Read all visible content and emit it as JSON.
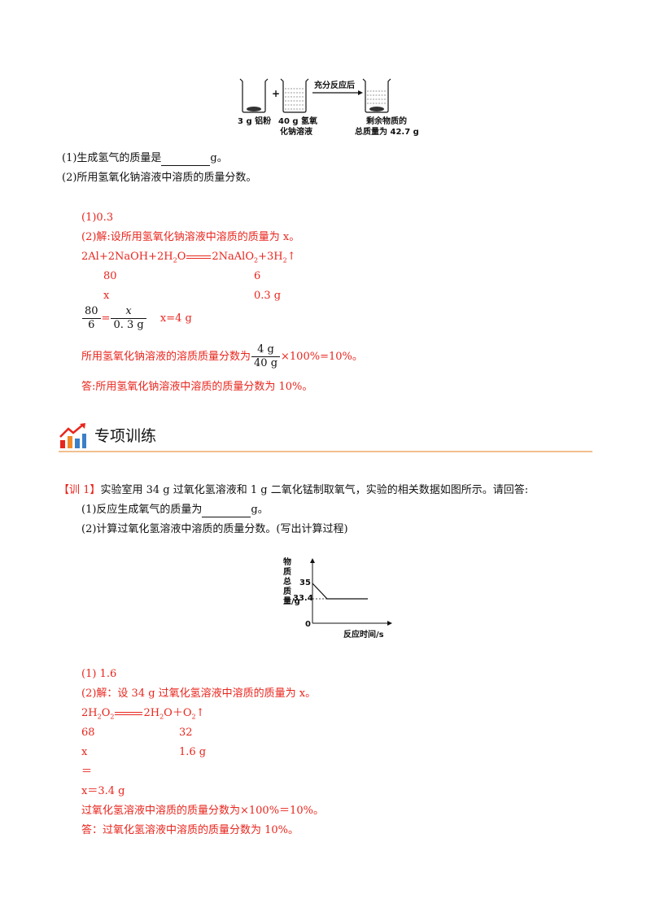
{
  "figure1": {
    "beaker1_caption": "3 g 铝粉",
    "plus": "+",
    "beaker2_caption_line1": "40 g 氢氧",
    "beaker2_caption_line2": "化钠溶液",
    "arrow_label": "充分反应后",
    "beaker3_caption_line1": "剩余物质的",
    "beaker3_caption_line2": "总质量为 42.7 g"
  },
  "q1": {
    "line1_pre": "(1)生成氢气的质量是",
    "line1_post": "g。",
    "line2": "(2)所用氢氧化钠溶液中溶质的质量分数。"
  },
  "a1": {
    "ans1": "(1)0.3",
    "ans2": "(2)解:设所用氢氧化钠溶液中溶质的质量为 x。",
    "eq_left": "2Al+2NaOH+2H",
    "eq_h2o_sub": "2",
    "eq_o": "O",
    "eq_right": "2NaAlO",
    "eq_right_sub": "2",
    "eq_right2": "+3H",
    "eq_right2_sub": "2",
    "eq_arrow": "↑",
    "m80": "80",
    "m6": "6",
    "mx": "x",
    "m03": "0.3 g",
    "ratio_num1": "80",
    "ratio_den1": "6",
    "ratio_eq": "=",
    "ratio_num2": "x",
    "ratio_den2": "0. 3   g",
    "ratio_result": "x=4 g",
    "percent_pre": "所用氢氧化钠溶液的溶质质量分数为",
    "percent_num": "4   g",
    "percent_den": "40   g",
    "percent_post": "×100%=10%。",
    "answer": "答:所用氢氧化钠溶液中溶质的质量分数为 10%。"
  },
  "section": {
    "title": "专项训练",
    "accent_color": "#f1c08e",
    "icon_colors": [
      "#e8261e",
      "#f08a2a",
      "#3a7fc8"
    ]
  },
  "q2": {
    "tag_open": "【",
    "tag_text": "训 1",
    "tag_close": "】",
    "stem": "实验室用 34 g 过氧化氢溶液和 1 g 二氧化锰制取氧气，实验的相关数据如图所示。请回答:",
    "line1_pre": "(1)反应生成氧气的质量为",
    "line1_post": "g。",
    "line2": "(2)计算过氧化氢溶液中溶质的质量分数。(写出计算过程)"
  },
  "chart_data": {
    "type": "line",
    "ylabel": "物质总质量/g",
    "xlabel": "反应时间/s",
    "origin_label": "0",
    "y_ticks": [
      "35",
      "33.4"
    ],
    "series": [
      {
        "values": [
          35,
          33.4,
          33.4
        ]
      }
    ]
  },
  "a2": {
    "ans1": "(1) 1.6",
    "ans2": "(2)解：设 34 g 过氧化氢溶液中溶质的质量为 x。",
    "eq_left": "2H",
    "eq_left_sub1": "2",
    "eq_left_o": "O",
    "eq_left_sub2": "2",
    "eq_right": "2H",
    "eq_right_sub": "2",
    "eq_right2": "O＋O",
    "eq_right2_sub": "2",
    "eq_arrow": "↑",
    "m68": "68",
    "m32": "32",
    "mx": "x",
    "m16": "1.6 g",
    "equals": "＝",
    "result": "x＝3.4 g",
    "percent": "过氧化氢溶液中溶质的质量分数为×100%＝10%。",
    "answer": "答：过氧化氢溶液中溶质的质量分数为 10%。"
  }
}
